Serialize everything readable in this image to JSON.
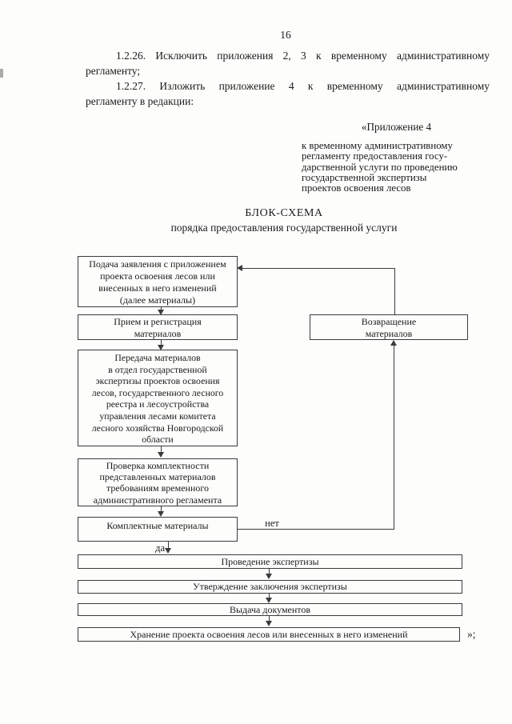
{
  "page": {
    "number": "16"
  },
  "intro": {
    "p1_line1": "1.2.26. Исключить приложения 2, 3 к временному административному",
    "p1_line2": "регламенту;",
    "p2_line1": "1.2.27. Изложить приложение 4 к временному административному",
    "p2_line2": "регламенту в редакции:"
  },
  "annex": {
    "title": "«Приложение 4",
    "subtitle_lines": [
      "к временному административному",
      "регламенту предоставления госу-",
      "дарственной услуги по проведению",
      "государственной экспертизы",
      "проектов освоения лесов"
    ]
  },
  "scheme": {
    "title": "БЛОК-СХЕМА",
    "subtitle": "порядка предоставления государственной услуги"
  },
  "flowchart": {
    "submit_box_lines": [
      "Подача заявления с приложением",
      "проекта освоения лесов или",
      "внесенных в него изменений",
      "(далее материалы)"
    ],
    "receive_box_lines": [
      "Прием и регистрация",
      "материалов"
    ],
    "return_box_lines": [
      "Возвращение",
      "материалов"
    ],
    "transfer_box_lines": [
      "Передача материалов",
      "в отдел государственной",
      "экспертизы проектов освоения",
      "лесов, государственного лесного",
      "реестра и лесоустройства",
      "управления лесами комитета",
      "лесного хозяйства Новгородской",
      "области"
    ],
    "check_box_lines": [
      "Проверка комплектности",
      "представленных материалов",
      "требованиям временного",
      "административного регламента"
    ],
    "complete_box": "Комплектные материалы",
    "label_yes": "да",
    "label_no": "нет",
    "expertise_box": "Проведение экспертизы",
    "approval_box": "Утверждение заключения экспертизы",
    "issue_box": "Выдача документов",
    "storage_box": "Хранение проекта освоения лесов или внесенных в него изменений",
    "closing_mark": "»;"
  },
  "colors": {
    "ink": "#1b1b1b",
    "line": "#3b3b3b",
    "background": "#fdfdfc"
  }
}
